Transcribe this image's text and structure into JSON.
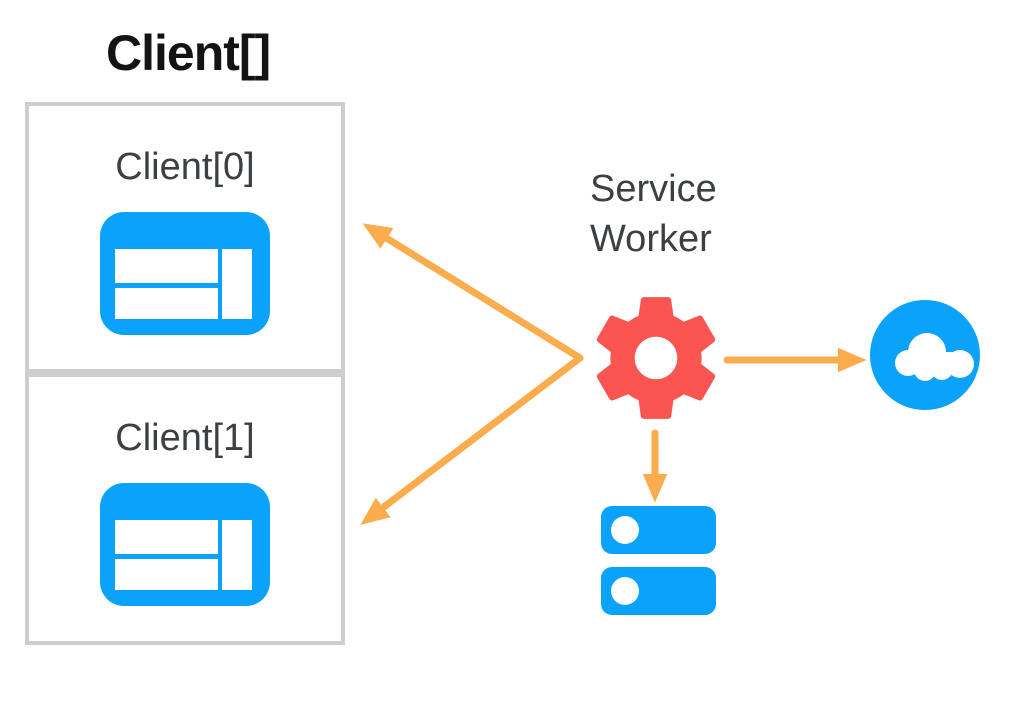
{
  "title": "Client[]",
  "clients": [
    {
      "label": "Client[0]",
      "icon": "browser-window-icon"
    },
    {
      "label": "Client[1]",
      "icon": "browser-window-icon"
    }
  ],
  "service_worker": {
    "label": "Service Worker",
    "icon": "gear-icon"
  },
  "network": {
    "icon": "cloud-icon"
  },
  "cache": {
    "icon": "storage-icon"
  },
  "arrows": [
    {
      "name": "service-worker-to-client-0",
      "direction": "up-left"
    },
    {
      "name": "service-worker-to-client-1",
      "direction": "down-left"
    },
    {
      "name": "service-worker-to-network",
      "direction": "right"
    },
    {
      "name": "service-worker-to-cache",
      "direction": "down"
    }
  ],
  "colors": {
    "blue": "#0aa2fa",
    "red": "#fa5551",
    "orange": "#fbac4c",
    "border-gray": "#cecece",
    "label-gray": "#3c4043",
    "title-black": "#131313",
    "background": "#ffffff"
  }
}
